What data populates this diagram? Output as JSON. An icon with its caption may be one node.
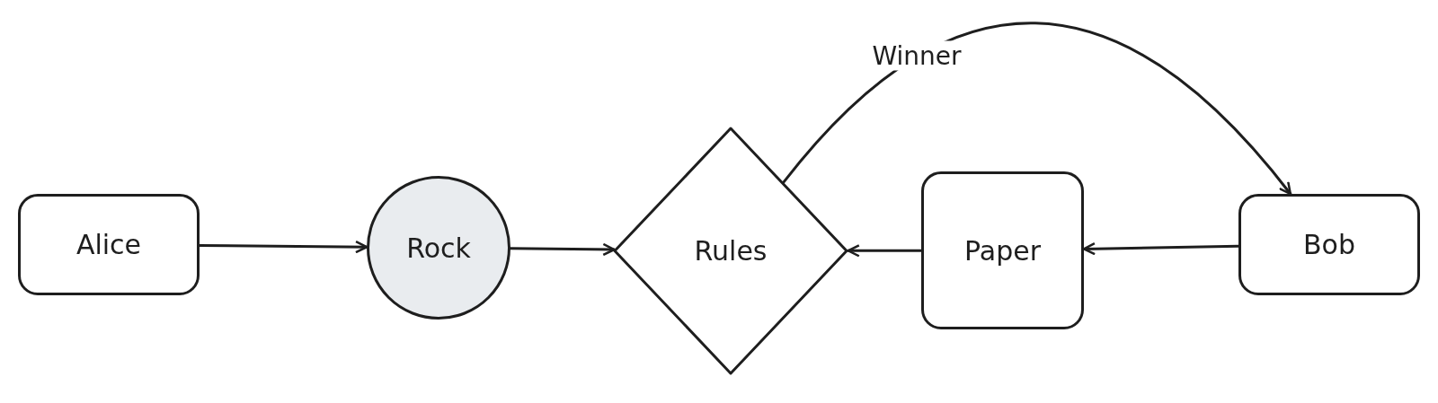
{
  "diagram": {
    "nodes": [
      {
        "text": [
          "Alice"
        ]
      },
      {
        "text": [
          "Rock"
        ]
      },
      {
        "text": [
          "Rules"
        ]
      },
      {
        "text": [
          "Paper"
        ]
      },
      {
        "text": [
          "Bob"
        ]
      }
    ],
    "edges": [
      {
        "from": 0,
        "to": 1,
        "arrow": "to"
      },
      {
        "from": 1,
        "to": 2,
        "arrow": "to"
      },
      {
        "from": 3,
        "to": 2,
        "arrow": "to"
      },
      {
        "from": 4,
        "to": 3,
        "arrow": "to"
      },
      {
        "from": 2,
        "to": 4,
        "arrow": "to",
        "label": "Winner"
      }
    ]
  }
}
